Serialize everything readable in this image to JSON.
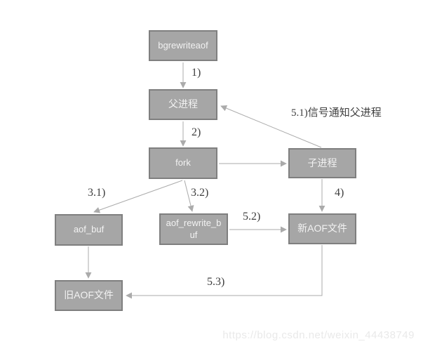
{
  "diagram": {
    "title_hint": "Redis AOF rewrite flow",
    "nodes": {
      "bgrewriteaof": "bgrewriteaof",
      "parent_process": "父进程",
      "fork": "fork",
      "child_process": "子进程",
      "aof_buf": "aof_buf",
      "aof_rewrite_buf": "aof_rewrite_buf",
      "new_aof_file": "新AOF文件",
      "old_aof_file": "旧AOF文件"
    },
    "edge_labels": {
      "step1": "1)",
      "step2": "2)",
      "step3_1": "3.1)",
      "step3_2": "3.2)",
      "step4": "4)",
      "step5_1": "5.1)信号通知父进程",
      "step5_2": "5.2)",
      "step5_3": "5.3)"
    },
    "colors": {
      "node_fill": "#a6a6a6",
      "node_border": "#7f7f7f",
      "node_text": "#f2f2f2",
      "connector": "#ababab",
      "label_text": "#3f3f3f",
      "watermark": "#e9e9e9"
    }
  },
  "watermark": "https://blog.csdn.net/weixin_44438749"
}
